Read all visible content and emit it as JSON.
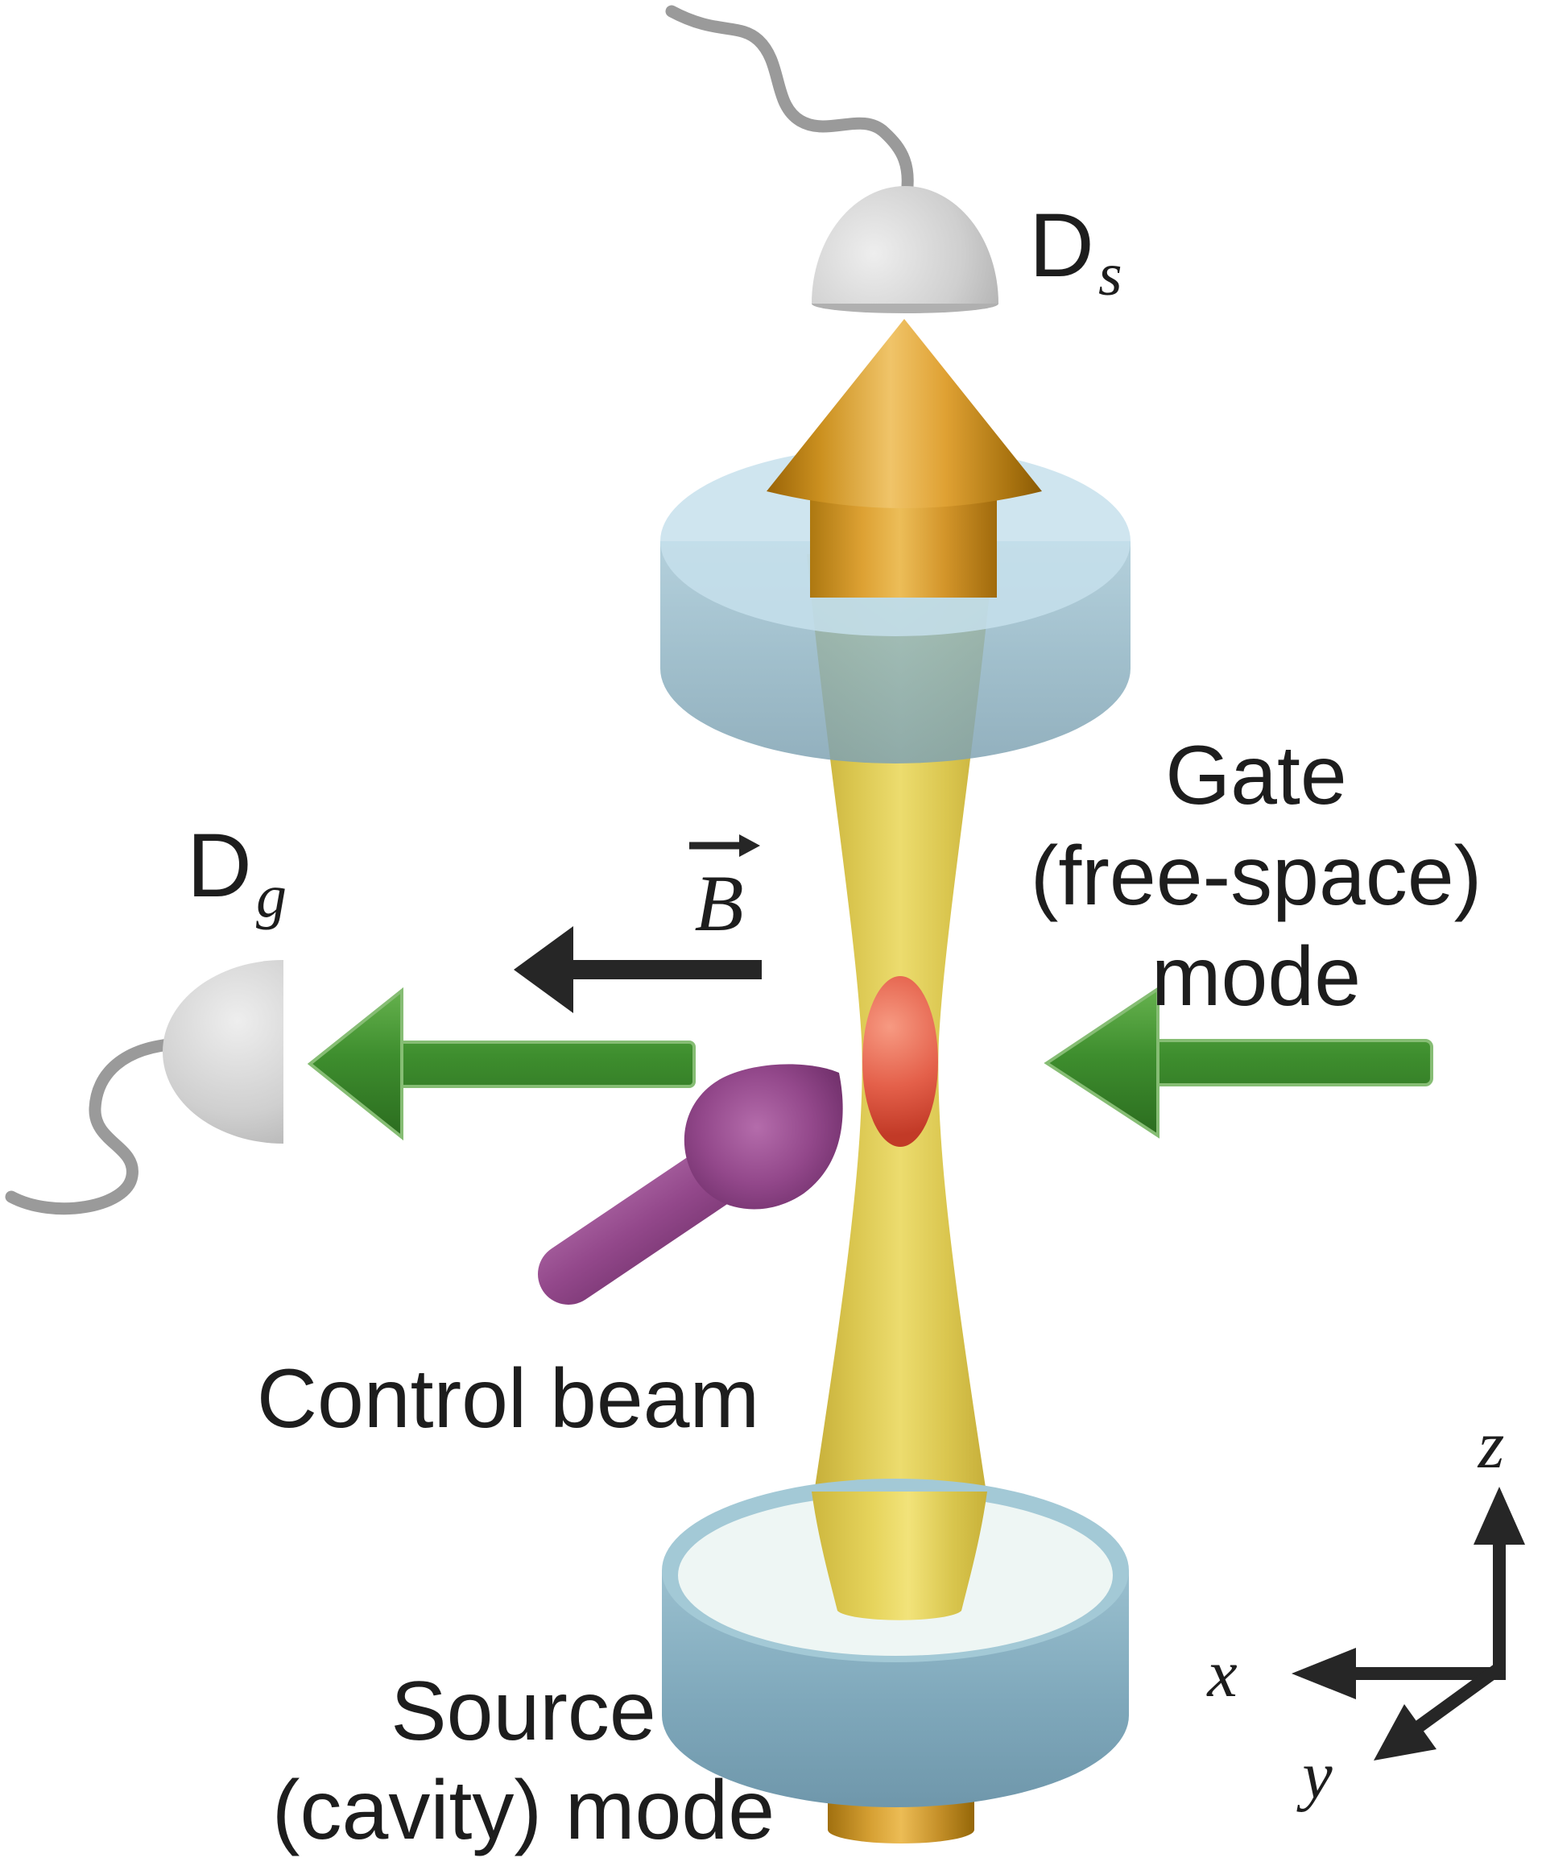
{
  "labels": {
    "detector_source": {
      "base": "D",
      "sub": "s"
    },
    "detector_gate": {
      "base": "D",
      "sub": "g"
    },
    "magnetic_field": "B",
    "gate_mode_line1": "Gate",
    "gate_mode_line2": "(free-space)",
    "gate_mode_line3": "mode",
    "control_beam": "Control beam",
    "source_mode_line1": "Source",
    "source_mode_line2": "(cavity) mode",
    "axis_x": "x",
    "axis_y": "y",
    "axis_z": "z"
  },
  "colors": {
    "ink": "#262626",
    "text": "#1d1d1d",
    "cable_gray": "#9a9a9a",
    "detector_gray": "#bdbdbd",
    "arrow_orange": "#e2a23a",
    "beam_yellow": "#d9c44c",
    "mirror_top_blue": "#c6e0ec",
    "mirror_side_blue": "#8fb7c8",
    "bottom_mirror_blue": "#7fa8bb",
    "bottom_face_white": "#eef6f4",
    "gold_cylinder": "#d7a134",
    "atom_red": "#db5340",
    "gate_green": "#3e8e2e",
    "control_purple": "#93488b"
  }
}
